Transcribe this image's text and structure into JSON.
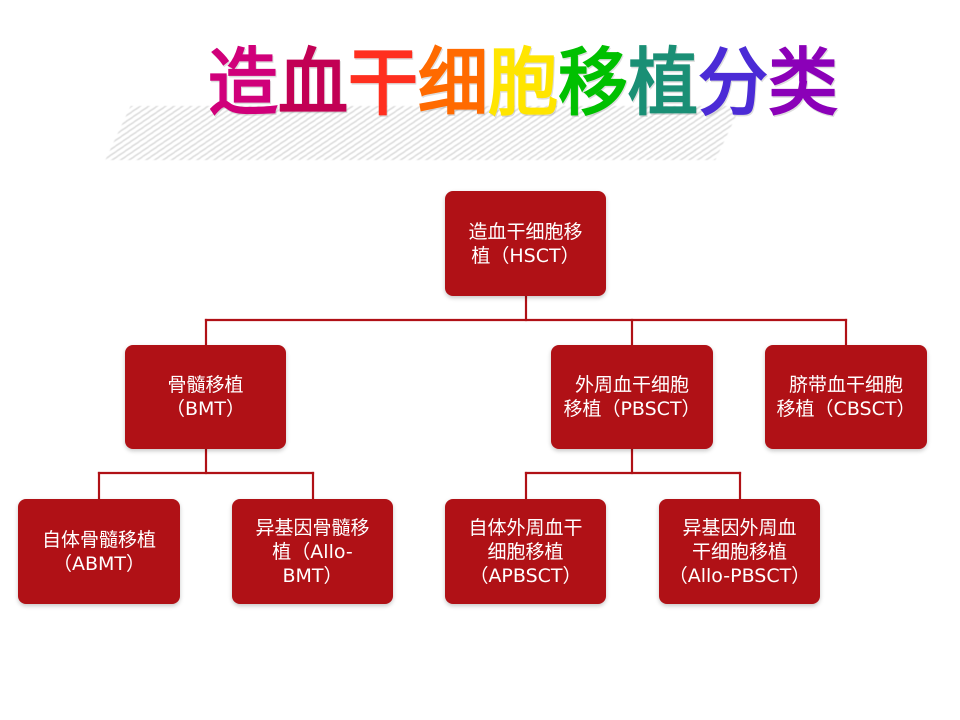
{
  "slide": {
    "title": "造血干细胞移植分类",
    "title_colors": [
      "#d0007a",
      "#c20054",
      "#ff2f1f",
      "#ff6a00",
      "#ffe500",
      "#00c000",
      "#1a8f75",
      "#4b2bd6",
      "#8b00b8"
    ]
  },
  "nodes": [
    {
      "id": "hsct",
      "label": "造血干细胞移\n植（HSCT）"
    },
    {
      "id": "bmt",
      "label": "骨髓移植\n（BMT）"
    },
    {
      "id": "pbsct",
      "label": "外周血干细胞\n移植（PBSCT）"
    },
    {
      "id": "cbsct",
      "label": "脐带血干细胞\n移植（CBSCT）"
    },
    {
      "id": "abmt",
      "label": "自体骨髓移植\n（ABMT）"
    },
    {
      "id": "allobmt",
      "label": "异基因骨髓移\n植（Allo-\nBMT）"
    },
    {
      "id": "apbsct",
      "label": "自体外周血干\n细胞移植\n（APBSCT）"
    },
    {
      "id": "allopbsct",
      "label": "异基因外周血\n干细胞移植\n（Allo-PBSCT）"
    }
  ],
  "colors": {
    "node_fill": "#b01116",
    "node_text": "#ffffff",
    "connector": "#b01116"
  }
}
